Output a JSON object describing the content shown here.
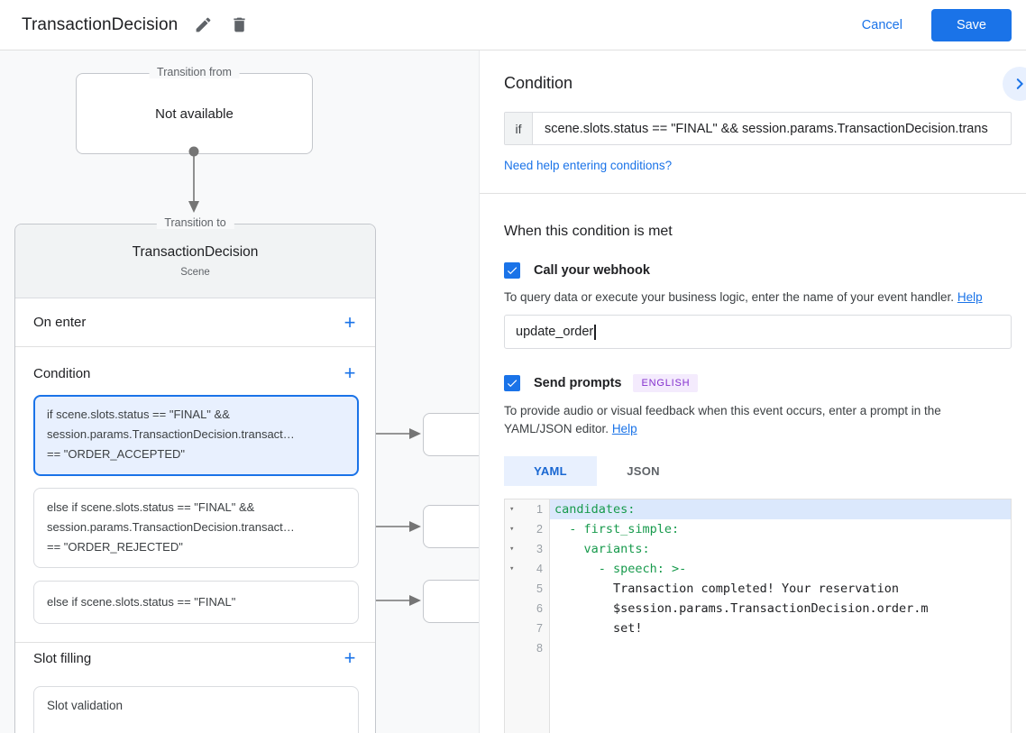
{
  "icons": {
    "plus": "+",
    "fold_arrow": "▾"
  },
  "colors": {
    "accent": "#1a73e8",
    "code_green": "#179a4c",
    "badge_purple": "#8430ce",
    "selected_card_bg": "#e8f0fe",
    "active_line_bg": "#dbe8fc"
  },
  "header": {
    "title": "TransactionDecision",
    "cancel_label": "Cancel",
    "save_label": "Save"
  },
  "canvas": {
    "transition_from": {
      "legend": "Transition from",
      "content": "Not available"
    },
    "transition_to": {
      "legend": "Transition to",
      "title": "TransactionDecision",
      "subtitle": "Scene",
      "on_enter_label": "On enter",
      "condition_label": "Condition",
      "slot_filling_label": "Slot filling",
      "conditions": [
        {
          "lines": [
            "if scene.slots.status == \"FINAL\" &&",
            "session.params.TransactionDecision.transact…",
            "== \"ORDER_ACCEPTED\""
          ]
        },
        {
          "lines": [
            "else if scene.slots.status == \"FINAL\" &&",
            "session.params.TransactionDecision.transact…",
            "== \"ORDER_REJECTED\""
          ]
        },
        {
          "lines": [
            "else if scene.slots.status == \"FINAL\"",
            "",
            ""
          ]
        }
      ],
      "slot_card": "Slot validation"
    }
  },
  "panel": {
    "condition": {
      "title": "Condition",
      "if_label": "if",
      "if_value": "scene.slots.status == \"FINAL\" && session.params.TransactionDecision.trans",
      "help_link": "Need help entering conditions?"
    },
    "when": {
      "title": "When this condition is met",
      "webhook": {
        "label": "Call your webhook",
        "description": "To query data or execute your business logic, enter the name of your event handler.",
        "help_label": "Help",
        "value": "update_order"
      },
      "prompts": {
        "label": "Send prompts",
        "badge": "ENGLISH",
        "description": "To provide audio or visual feedback when this event occurs, enter a prompt in the YAML/JSON editor.",
        "help_label": "Help"
      },
      "tabs": {
        "yaml": "YAML",
        "json": "JSON"
      },
      "editor": {
        "lines": [
          {
            "n": "1",
            "text": "candidates:"
          },
          {
            "n": "2",
            "text": "  - first_simple:"
          },
          {
            "n": "3",
            "text": "    variants:"
          },
          {
            "n": "4",
            "text": "      - speech: >-"
          },
          {
            "n": "5",
            "text": "        Transaction completed! Your reservation"
          },
          {
            "n": "6",
            "text": "        $session.params.TransactionDecision.order.m"
          },
          {
            "n": "7",
            "text": "        set!"
          },
          {
            "n": "8",
            "text": ""
          }
        ]
      }
    }
  }
}
